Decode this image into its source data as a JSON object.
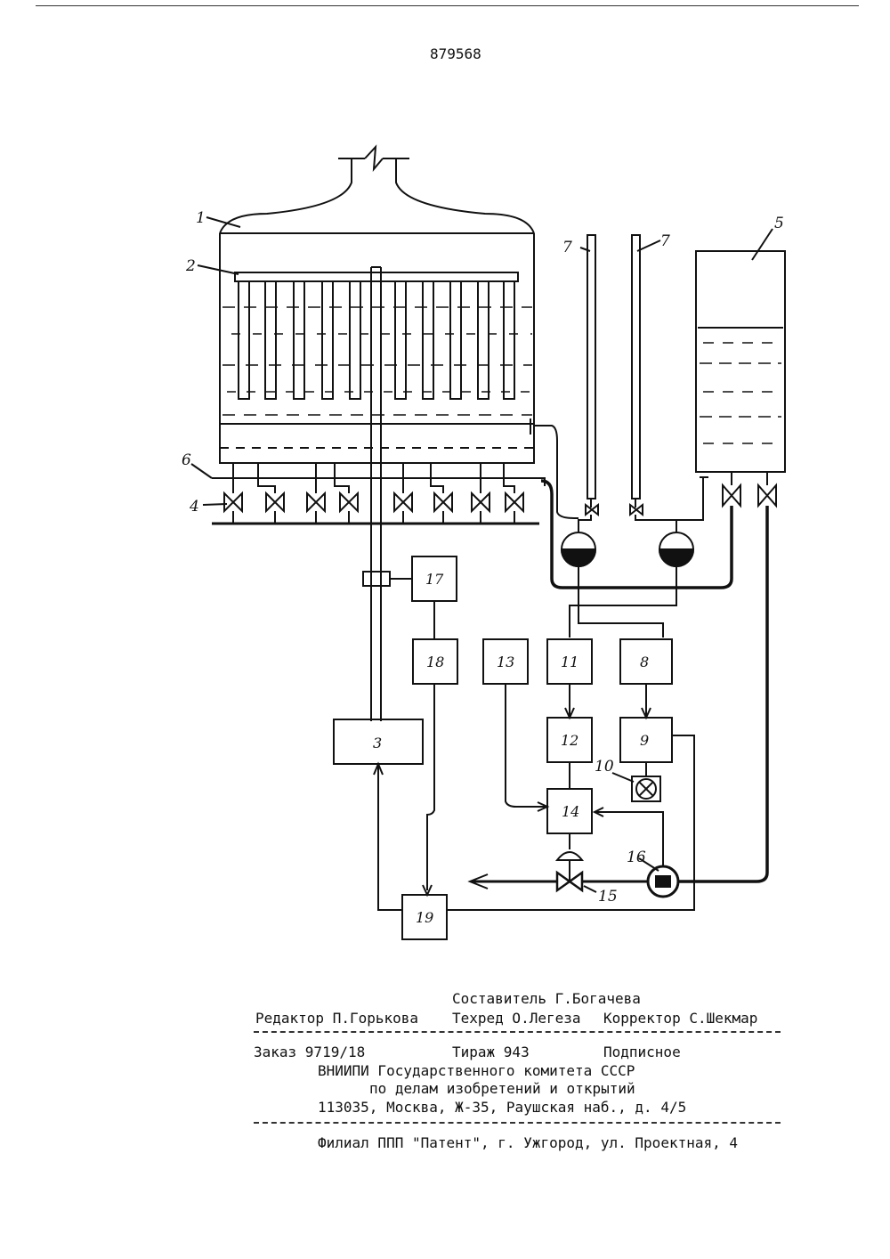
{
  "header": {
    "patent_number": "879568"
  },
  "diagram": {
    "labels": {
      "l1": "1",
      "l2": "2",
      "l3": "3",
      "l4": "4",
      "l5": "5",
      "l6": "6",
      "l7a": "7",
      "l7b": "7",
      "l8": "8",
      "l9": "9",
      "l10": "10",
      "l11": "11",
      "l12": "12",
      "l13": "13",
      "l14": "14",
      "l15": "15",
      "l16": "16",
      "l17": "17",
      "l18": "18",
      "l19": "19"
    }
  },
  "footer": {
    "compiler": "Составитель Г.Богачева",
    "editor": "Редактор П.Горькова",
    "techred": "Техред О.Легеза",
    "corrector": "Корректор С.Шекмар",
    "order": "Заказ 9719/18",
    "circulation": "Тираж 943",
    "subscription": "Подписное",
    "org_line1": "ВНИИПИ Государственного комитета СССР",
    "org_line2": "по делам изобретений и открытий",
    "address": "113035, Москва, Ж-35, Раушская наб., д. 4/5",
    "branch": "Филиал ППП \"Патент\", г. Ужгород, ул. Проектная, 4"
  }
}
